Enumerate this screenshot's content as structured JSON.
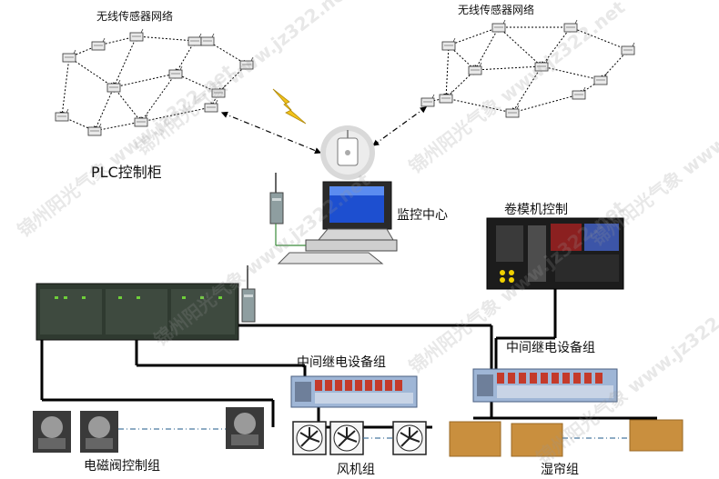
{
  "labels": {
    "wsn_left": "无线传感器网络",
    "wsn_right": "无线传感器网络",
    "plc_cabinet": "PLC控制柜",
    "monitor_center": "监控中心",
    "winch_control": "卷模机控制",
    "relay_group_left": "中间继电设备组",
    "relay_group_right": "中间继电设备组",
    "valve_group": "电磁阀控制组",
    "fan_group": "风机组",
    "curtain_group": "湿帘组"
  },
  "watermark": {
    "text": "锦州阳光气象 www.jz322.net"
  },
  "colors": {
    "line": "#000000",
    "relay_blue": "#9fb6d6",
    "relay_red": "#c43a2a",
    "curtain": "#c98f3e",
    "plc_dark": "#2f3a30",
    "monitor_blue": "#1d4fd0",
    "bolt": "#f2c21a"
  }
}
